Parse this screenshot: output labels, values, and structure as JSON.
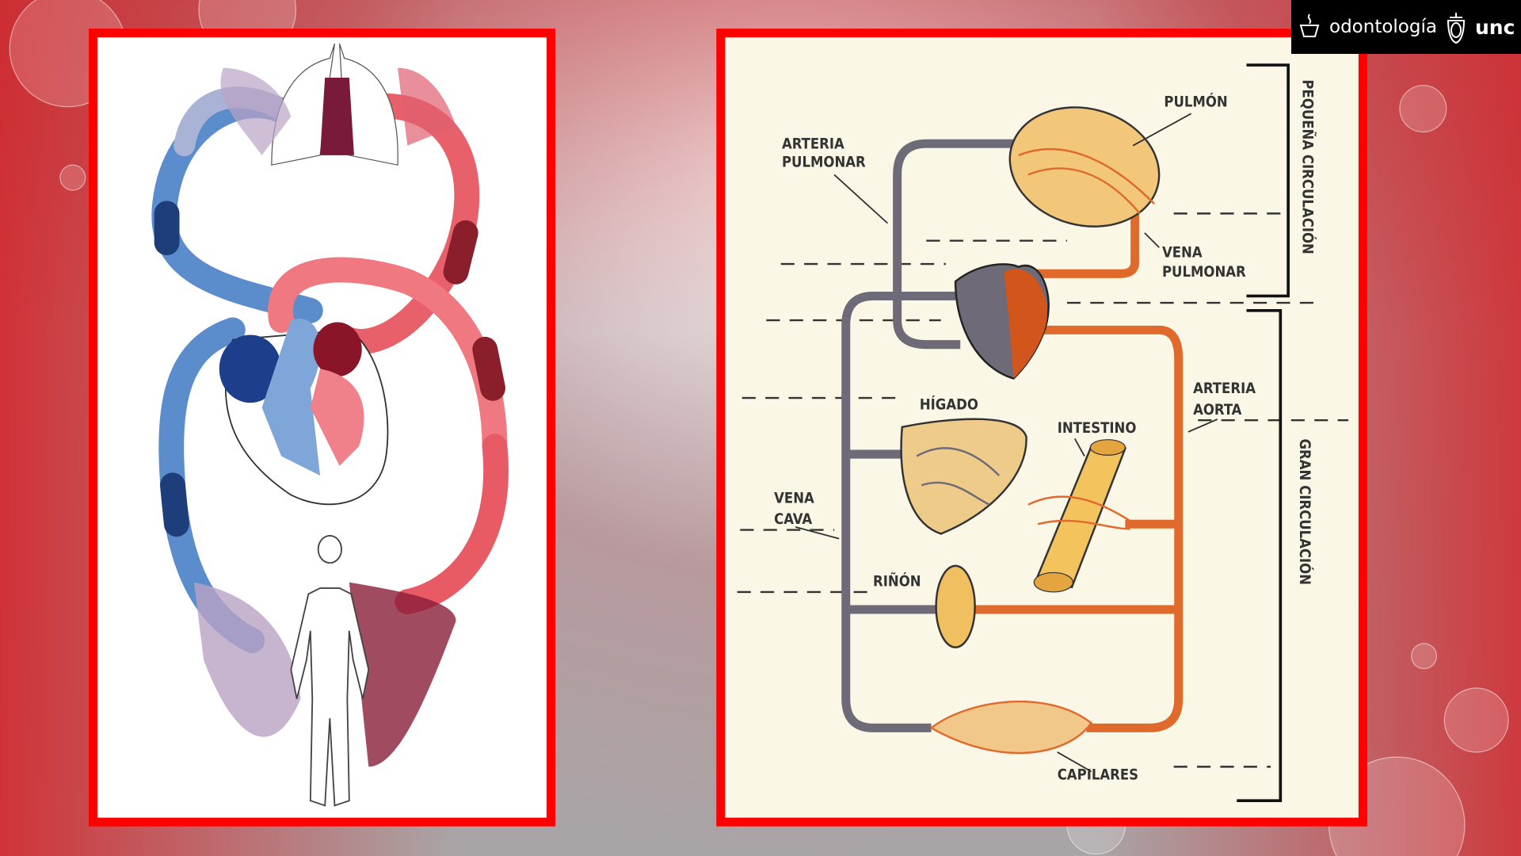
{
  "logo": {
    "faculty": "odontología",
    "university": "unc"
  },
  "diagram_right": {
    "labels": {
      "pulmon": "PULMÓN",
      "arteria_pulmonar_1": "ARTERIA",
      "arteria_pulmonar_2": "PULMONAR",
      "vena_pulmonar_1": "VENA",
      "vena_pulmonar_2": "PULMONAR",
      "higado": "HÍGADO",
      "intestino": "INTESTINO",
      "arteria_aorta_1": "ARTERIA",
      "arteria_aorta_2": "AORTA",
      "vena_cava_1": "VENA",
      "vena_cava_2": "CAVA",
      "rinon": "RIÑÓN",
      "capilares": "CAPILARES",
      "pequena_circulacion": "PEQUEÑA CIRCULACIÓN",
      "gran_circulacion": "GRAN CIRCULACIÓN"
    }
  },
  "colors": {
    "frame": "#ff0000",
    "vein": "#6e6a78",
    "artery": "#e06a2c",
    "blue": "#4a86c8",
    "red": "#e25560"
  }
}
